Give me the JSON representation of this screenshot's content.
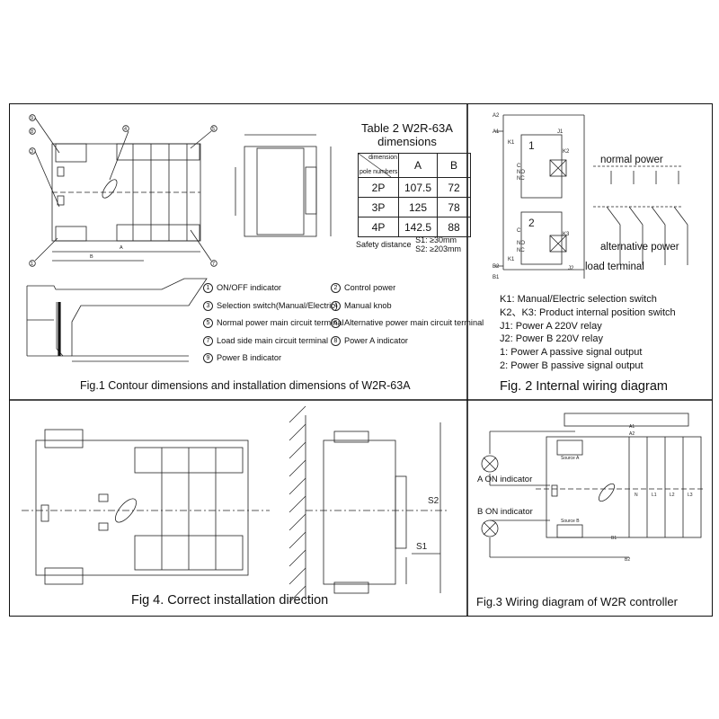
{
  "fig1": {
    "caption": "Fig.1  Contour dimensions and installation dimensions of W2R-63A",
    "callouts": [
      "1",
      "2",
      "3",
      "4",
      "5",
      "6",
      "7",
      "8",
      "9"
    ],
    "legend_left": [
      {
        "n": "1",
        "text": "ON/OFF indicator"
      },
      {
        "n": "3",
        "text": "Selection switch(Manual/Electric)"
      },
      {
        "n": "5",
        "text": "Normal power main circuit terminal"
      },
      {
        "n": "7",
        "text": "Load side main circuit terminal"
      },
      {
        "n": "9",
        "text": "Power B indicator"
      }
    ],
    "legend_right": [
      {
        "n": "2",
        "text": "Control power"
      },
      {
        "n": "4",
        "text": "Manual  knob"
      },
      {
        "n": "6",
        "text": "Alternative power main circuit terminal"
      },
      {
        "n": "8",
        "text": "Power A indicator"
      }
    ]
  },
  "table2": {
    "title_line1": "Table 2  W2R-63A",
    "title_line2": "dimensions",
    "header_dimension": "dimension",
    "header_poles": "pole numbers",
    "col_a": "A",
    "col_b": "B",
    "rows": [
      {
        "poles": "2P",
        "a": "107.5",
        "b": "72"
      },
      {
        "poles": "3P",
        "a": "125",
        "b": "78"
      },
      {
        "poles": "4P",
        "a": "142.5",
        "b": "88"
      }
    ],
    "safety_label": "Safety distance",
    "s1": "S1: ≥30mm",
    "s2": "S2: ≥203mm"
  },
  "fig2": {
    "caption": "Fig. 2  Internal wiring diagram",
    "normal_power": "normal power",
    "alternative_power": "alternative power",
    "load_terminal": "load terminal",
    "block1": "1",
    "block2": "2",
    "terminals": {
      "a2": "A2",
      "a1": "A1",
      "k1": "K1",
      "b2": "B2",
      "b1": "B1",
      "k2": "K2",
      "k3": "K3",
      "j1": "J1",
      "j2": "J2",
      "c": "C",
      "no": "NO",
      "nc": "NC"
    },
    "key": [
      "K1: Manual/Electric selection switch",
      "K2、K3: Product internal position switch",
      "J1: Power A 220V relay",
      "J2: Power B 220V relay",
      "1: Power A passive signal output",
      "2: Power B passive signal output"
    ]
  },
  "fig4": {
    "caption": "Fig 4.  Correct installation direction",
    "s1": "S1",
    "s2": "S2"
  },
  "fig3": {
    "caption": "Fig.3 Wiring diagram of W2R controller",
    "a_on": "A ON indicator",
    "b_on": "B ON indicator",
    "source_a": "Source A",
    "source_b": "Source B",
    "a1": "A1",
    "a2": "A2",
    "b1": "B1",
    "b2": "B2",
    "phases": [
      "N",
      "L1",
      "L2",
      "L3"
    ]
  },
  "colors": {
    "line": "#222222",
    "background": "#ffffff"
  }
}
